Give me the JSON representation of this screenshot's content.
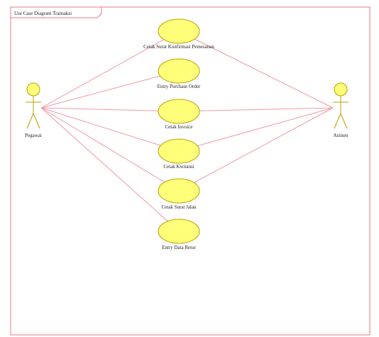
{
  "diagram": {
    "title": "Use Case Diagram Transaksi",
    "actors": [
      {
        "id": "pegawai",
        "label": "Pegawai"
      },
      {
        "id": "asisten",
        "label": "Asisten"
      }
    ],
    "use_cases": [
      {
        "id": "uc1",
        "label": "Cetak Surat Konfirmasi Pemesanan"
      },
      {
        "id": "uc2",
        "label": "Entry Purchase Order"
      },
      {
        "id": "uc3",
        "label": "Cetak Invoice"
      },
      {
        "id": "uc4",
        "label": "Cetak Kwitansi"
      },
      {
        "id": "uc5",
        "label": "Cetak Surat Jalan"
      },
      {
        "id": "uc6",
        "label": "Entry Data Retur"
      }
    ],
    "associations": [
      [
        "pegawai",
        "uc1"
      ],
      [
        "pegawai",
        "uc2"
      ],
      [
        "pegawai",
        "uc3"
      ],
      [
        "pegawai",
        "uc4"
      ],
      [
        "pegawai",
        "uc5"
      ],
      [
        "pegawai",
        "uc6"
      ],
      [
        "asisten",
        "uc1"
      ],
      [
        "asisten",
        "uc3"
      ],
      [
        "asisten",
        "uc4"
      ],
      [
        "asisten",
        "uc5"
      ]
    ],
    "colors": {
      "frame": "#e07b8a",
      "association": "#ef9aa6",
      "usecase_fill": "#ffff7a",
      "usecase_stroke": "#b8a000"
    }
  }
}
